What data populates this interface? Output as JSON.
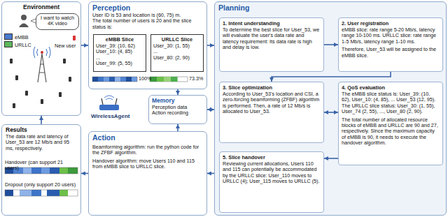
{
  "diagram": {
    "nodes": [
      {
        "text": [
          "Environment"
        ]
      },
      {
        "text": [
          "I want to watch 4K video"
        ],
        "in": 0
      },
      {
        "text": [
          "Results",
          "The data rate and latency of User_53 are 12 Mb/s and 95 ms, respectively.",
          "Handover (can support 21 users)",
          "Dropout (only support 20 users)"
        ]
      },
      {
        "text": [
          "Perception",
          "User ID is 53 and location is (60, 75) m.",
          "The total number of users is 20 and the slice status is:"
        ]
      },
      {
        "text": [
          "eMBB Slice",
          "User_39: (10, 62)",
          "User_10: (4, 85)",
          "...",
          "User_99: (5, 55)"
        ],
        "in": 3
      },
      {
        "text": [
          "URLLC Slice",
          "User_30: (1, 55)",
          "...",
          "User_80: (2, 90)"
        ],
        "in": 3
      },
      {
        "text": [
          "Memory",
          "Perception data",
          "Action recording"
        ]
      },
      {
        "text": [
          "Action",
          "Beamforming algorithm: run the python code for the ZFBF algorithm.",
          "Handover algorithm: move Users 110 and 115 from eMBB slice to URLLC slice."
        ]
      },
      {
        "text": [
          "Planning"
        ]
      },
      {
        "text": [
          "1. Intent understanding",
          "To determine the best slice for User_53, we will evaluate the user's data rate and latency requirement: Its data rate is high and delay is low."
        ],
        "in": 8
      },
      {
        "text": [
          "2. User registration",
          "eMBB slice: rate range 5-20 Mb/s, latency range 10-100 ms. URLLC slice: rate range 1-5 Mb/s, latency range 1-10 ms.",
          "Therefore, User_53 will be assigned to the eMBB slice."
        ],
        "in": 8
      },
      {
        "text": [
          "3. Slice optimization",
          "According to User_53's location and CSI, a zero-forcing beamforming (ZFBF) algorithm is performed. Then, a rate of 12 Mb/s is allocated to User_53."
        ],
        "in": 8
      },
      {
        "text": [
          "4. QoS evaluation",
          "The eMBB slice status is: User_39: (10, 62), User_10: (4, 85), ... User_53 (12, 95). The URLLC slice status: User_30: (1, 55), User_74 (2, 55), ..., User_80 (2, 90).",
          "The total number of allocated resource blocks of eMBB and URLLC are 90 and 27, respectively. Since the maximum capacity of eMBB is 90, it needs to execute the handover algorithm."
        ],
        "in": 8
      },
      {
        "text": [
          "5. Slice handover",
          "Reviewing current allocations, Users 110 and 115 can potentially be accommodated by the URLLC slice: User_110 moves to URLLC (4); User_115 moves to URLLC (5)."
        ],
        "in": 8
      }
    ],
    "edges": [
      {
        "from": 0,
        "to": 3,
        "arrow": "to"
      },
      {
        "from": 3,
        "to": 8,
        "arrow": "to"
      },
      {
        "from": 8,
        "to": 7,
        "arrow": "to"
      },
      {
        "from": 7,
        "to": 2,
        "arrow": "to"
      },
      {
        "from": 2,
        "to": 0,
        "arrow": "to"
      },
      {
        "from": 3,
        "to": 6,
        "arrow": "to"
      },
      {
        "from": 7,
        "to": 6,
        "arrow": "to"
      },
      {
        "from": 6,
        "to": 8,
        "arrow": "both"
      },
      {
        "from": 9,
        "to": 10,
        "arrow": "to"
      },
      {
        "from": 10,
        "to": 11,
        "arrow": "to"
      },
      {
        "from": 11,
        "to": 12,
        "arrow": "both"
      },
      {
        "from": 12,
        "to": 13,
        "arrow": "to"
      }
    ],
    "labels": [
      "New user",
      "WirelessAgent",
      "100%",
      "73.3%"
    ],
    "legend": [
      {
        "text": "eMBB",
        "color": "#4a7bd0"
      },
      {
        "text": "URLLC",
        "color": "#5cb85c"
      }
    ]
  }
}
